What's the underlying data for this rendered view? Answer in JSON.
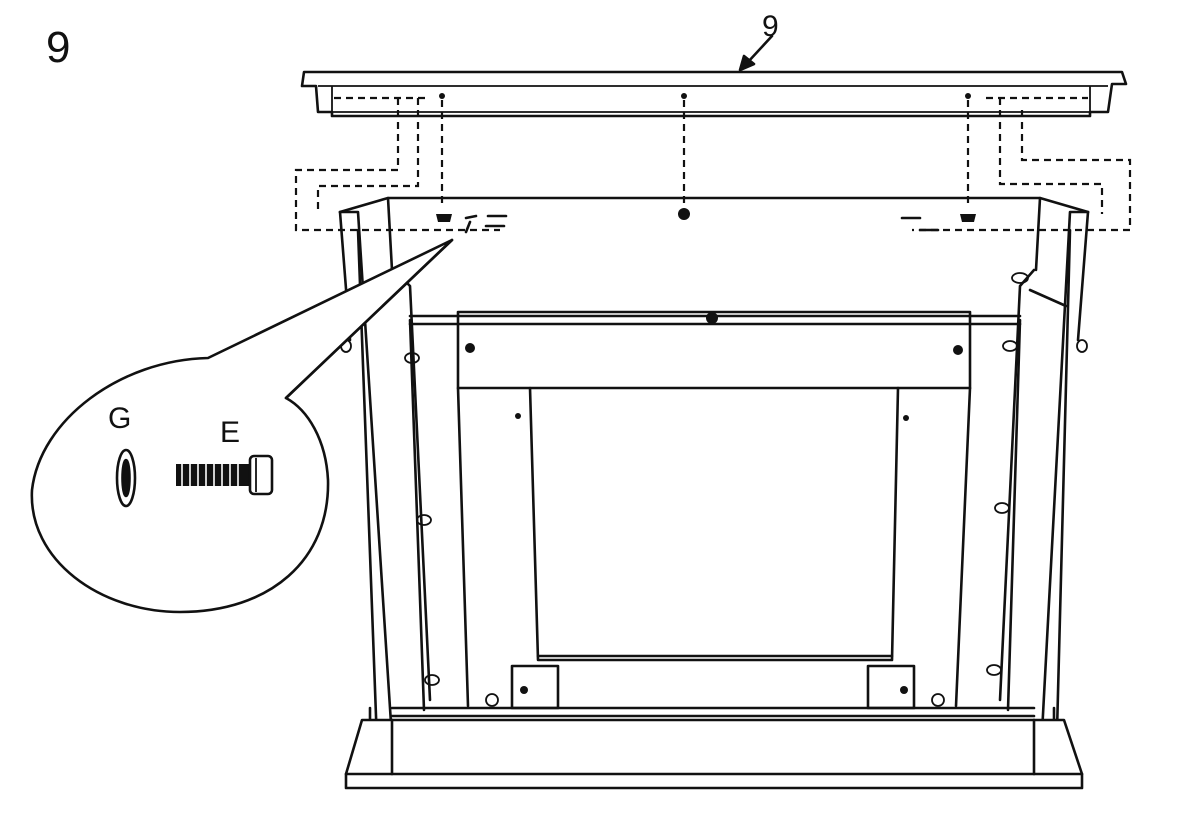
{
  "step_number": "9",
  "callout_part_number": "9",
  "parts": {
    "washer_label": "G",
    "bolt_label": "E"
  },
  "icons": {
    "washer": "washer-icon",
    "bolt": "bolt-icon",
    "arrow": "arrow-icon"
  },
  "colors": {
    "line": "#111111",
    "background": "#ffffff"
  }
}
